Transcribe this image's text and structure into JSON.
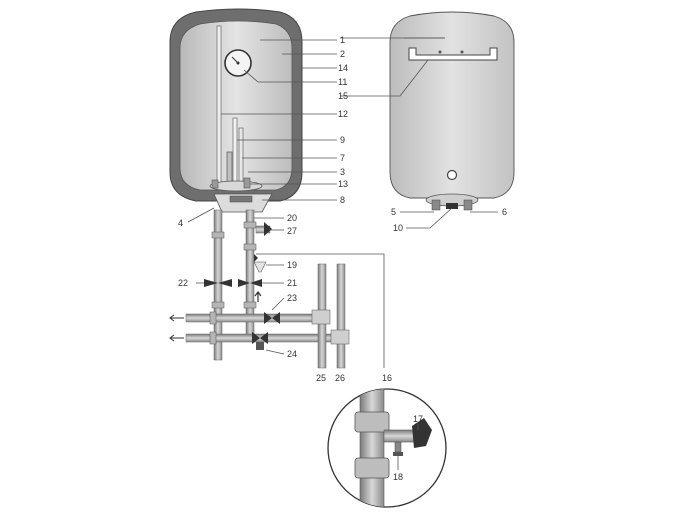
{
  "colors": {
    "line": "#555555",
    "shell": "#6e6e6e",
    "tank": "#c6c6c6",
    "tank_highlight": "#e6e6e6",
    "rear_body": "#cfcfcf",
    "pipe": "#9a9a9a",
    "pipe_dark": "#7a7a7a",
    "valve": "#333333",
    "label": "#333333"
  },
  "labels": [
    {
      "id": "l1",
      "text": "1"
    },
    {
      "id": "l2",
      "text": "2"
    },
    {
      "id": "l14",
      "text": "14"
    },
    {
      "id": "l11",
      "text": "11"
    },
    {
      "id": "l15",
      "text": "15"
    },
    {
      "id": "l12",
      "text": "12"
    },
    {
      "id": "l9",
      "text": "9"
    },
    {
      "id": "l7",
      "text": "7"
    },
    {
      "id": "l3",
      "text": "3"
    },
    {
      "id": "l13",
      "text": "13"
    },
    {
      "id": "l8",
      "text": "8"
    },
    {
      "id": "l4",
      "text": "4"
    },
    {
      "id": "l20",
      "text": "20"
    },
    {
      "id": "l27",
      "text": "27"
    },
    {
      "id": "l19",
      "text": "19"
    },
    {
      "id": "l22",
      "text": "22"
    },
    {
      "id": "l21",
      "text": "21"
    },
    {
      "id": "l23",
      "text": "23"
    },
    {
      "id": "l24",
      "text": "24"
    },
    {
      "id": "l25",
      "text": "25"
    },
    {
      "id": "l26",
      "text": "26"
    },
    {
      "id": "l16",
      "text": "16"
    },
    {
      "id": "l5",
      "text": "5"
    },
    {
      "id": "l6",
      "text": "6"
    },
    {
      "id": "l10",
      "text": "10"
    },
    {
      "id": "l17",
      "text": "17"
    },
    {
      "id": "l18",
      "text": "18"
    }
  ]
}
